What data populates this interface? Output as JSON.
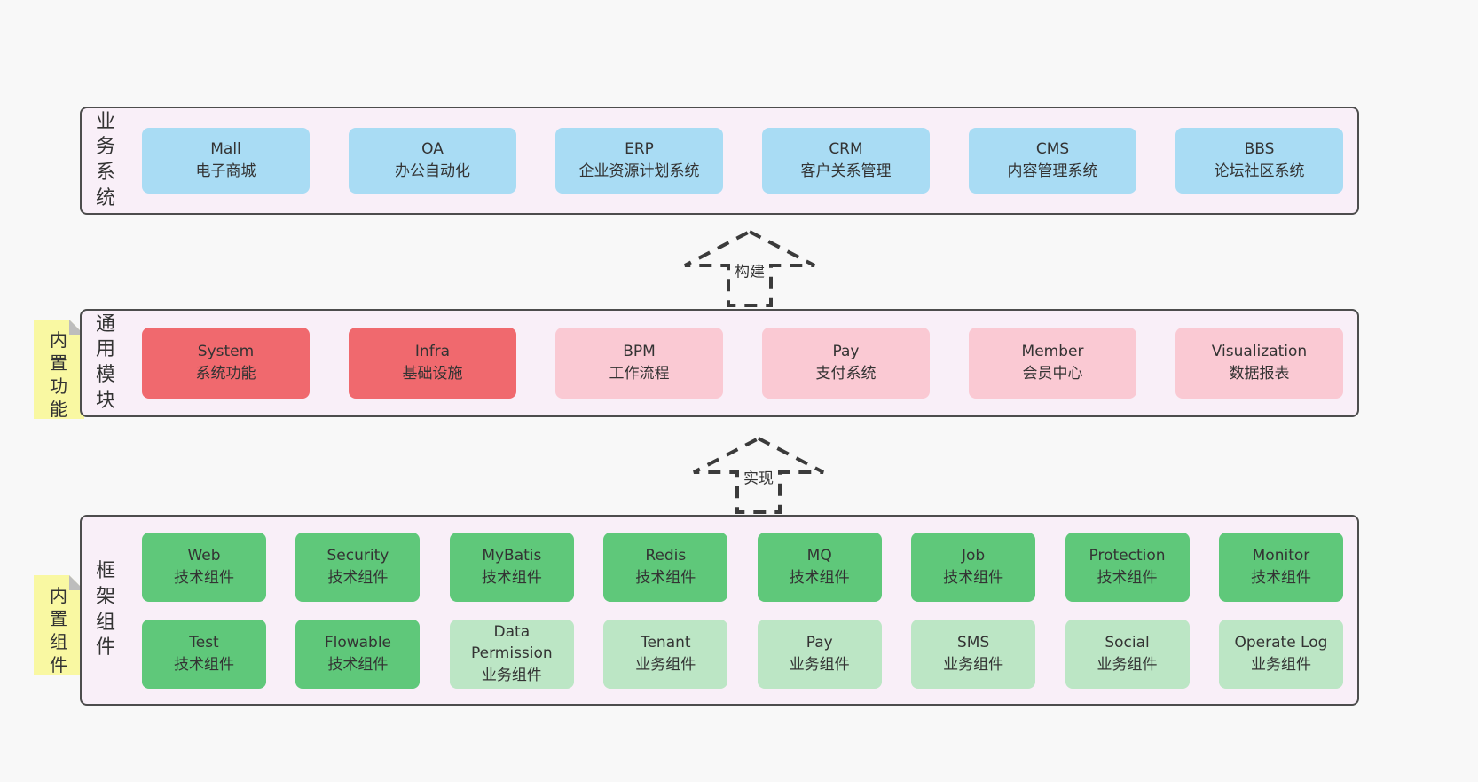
{
  "colors": {
    "page-bg": "#f8f8f8",
    "panel-bg": "#f9eff8",
    "panel-border": "#4d4d4d",
    "box-blue": "#a9dcf4",
    "box-red": "#f0696e",
    "box-pink": "#fac9d3",
    "box-green": "#5fc87a",
    "box-lightgreen": "#bce6c5",
    "sticky-yellow": "#f9f8a2",
    "sticky-fold": "#bdbdbd",
    "arrow-stroke": "#3b3b3b",
    "text-dark": "#333333"
  },
  "arrows": [
    {
      "label": "构建"
    },
    {
      "label": "实现"
    }
  ],
  "panels": {
    "business": {
      "label": "业务系统",
      "boxes": [
        {
          "en": "Mall",
          "zh": "电子商城"
        },
        {
          "en": "OA",
          "zh": "办公自动化"
        },
        {
          "en": "ERP",
          "zh": "企业资源计划系统"
        },
        {
          "en": "CRM",
          "zh": "客户关系管理"
        },
        {
          "en": "CMS",
          "zh": "内容管理系统"
        },
        {
          "en": "BBS",
          "zh": "论坛社区系统"
        }
      ]
    },
    "modules": {
      "label": "通用模块",
      "sticky": "内置功能",
      "boxes": [
        {
          "en": "System",
          "zh": "系统功能"
        },
        {
          "en": "Infra",
          "zh": "基础设施"
        },
        {
          "en": "BPM",
          "zh": "工作流程"
        },
        {
          "en": "Pay",
          "zh": "支付系统"
        },
        {
          "en": "Member",
          "zh": "会员中心"
        },
        {
          "en": "Visualization",
          "zh": "数据报表"
        }
      ]
    },
    "framework": {
      "label": "框架组件",
      "sticky": "内置组件",
      "row1": [
        {
          "en": "Web",
          "zh": "技术组件"
        },
        {
          "en": "Security",
          "zh": "技术组件"
        },
        {
          "en": "MyBatis",
          "zh": "技术组件"
        },
        {
          "en": "Redis",
          "zh": "技术组件"
        },
        {
          "en": "MQ",
          "zh": "技术组件"
        },
        {
          "en": "Job",
          "zh": "技术组件"
        },
        {
          "en": "Protection",
          "zh": "技术组件"
        },
        {
          "en": "Monitor",
          "zh": "技术组件"
        }
      ],
      "row2": [
        {
          "en": "Test",
          "zh": "技术组件"
        },
        {
          "en": "Flowable",
          "zh": "技术组件"
        },
        {
          "en": "Data Permission",
          "zh": "业务组件"
        },
        {
          "en": "Tenant",
          "zh": "业务组件"
        },
        {
          "en": "Pay",
          "zh": "业务组件"
        },
        {
          "en": "SMS",
          "zh": "业务组件"
        },
        {
          "en": "Social",
          "zh": "业务组件"
        },
        {
          "en": "Operate Log",
          "zh": "业务组件"
        }
      ]
    }
  }
}
